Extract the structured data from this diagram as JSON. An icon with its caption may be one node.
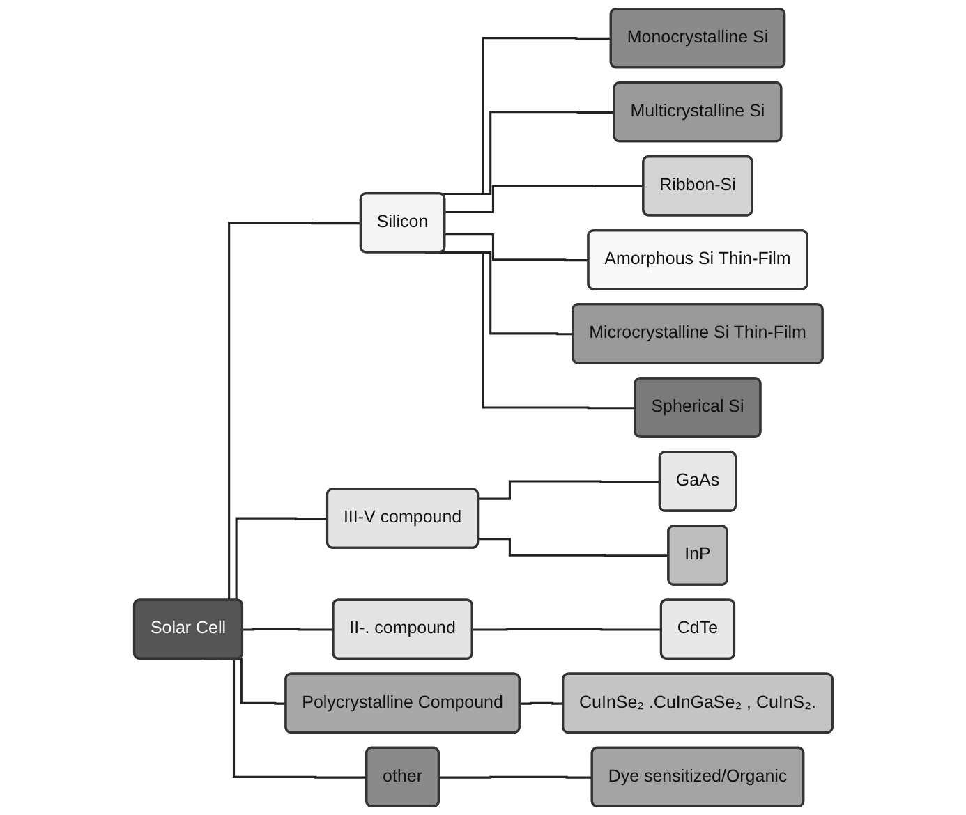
{
  "diagram": {
    "nodes": [
      {
        "text": [
          "Solar Cell"
        ]
      },
      {
        "text": [
          "Silicon"
        ]
      },
      {
        "text": [
          "Monocrystalline Si"
        ]
      },
      {
        "text": [
          "Multicrystalline Si"
        ]
      },
      {
        "text": [
          "Ribbon-Si"
        ]
      },
      {
        "text": [
          "Amorphous Si Thin-Film"
        ]
      },
      {
        "text": [
          "Microcrystalline Si Thin-Film"
        ]
      },
      {
        "text": [
          "Spherical Si"
        ]
      },
      {
        "text": [
          "III-V compound"
        ]
      },
      {
        "text": [
          "GaAs"
        ]
      },
      {
        "text": [
          "InP"
        ]
      },
      {
        "text": [
          "II-. compound"
        ]
      },
      {
        "text": [
          "CdTe"
        ]
      },
      {
        "text": [
          "Polycrystalline Compound"
        ]
      },
      {
        "text": [
          "CuInSe₂ .CuInGaSe₂ , CuInS₂."
        ]
      },
      {
        "text": [
          "other"
        ]
      },
      {
        "text": [
          "Dye sensitized/Organic"
        ]
      }
    ],
    "edges": [
      {
        "from": 0,
        "to": 1,
        "arrow": "none"
      },
      {
        "from": 1,
        "to": 2,
        "arrow": "none"
      },
      {
        "from": 1,
        "to": 3,
        "arrow": "none"
      },
      {
        "from": 1,
        "to": 4,
        "arrow": "none"
      },
      {
        "from": 1,
        "to": 5,
        "arrow": "none"
      },
      {
        "from": 1,
        "to": 6,
        "arrow": "none"
      },
      {
        "from": 1,
        "to": 7,
        "arrow": "none"
      },
      {
        "from": 0,
        "to": 8,
        "arrow": "none"
      },
      {
        "from": 8,
        "to": 9,
        "arrow": "none"
      },
      {
        "from": 8,
        "to": 10,
        "arrow": "none"
      },
      {
        "from": 0,
        "to": 11,
        "arrow": "none"
      },
      {
        "from": 11,
        "to": 12,
        "arrow": "none"
      },
      {
        "from": 0,
        "to": 13,
        "arrow": "none"
      },
      {
        "from": 13,
        "to": 14,
        "arrow": "none"
      },
      {
        "from": 0,
        "to": 15,
        "arrow": "none"
      },
      {
        "from": 15,
        "to": 16,
        "arrow": "none"
      }
    ]
  }
}
